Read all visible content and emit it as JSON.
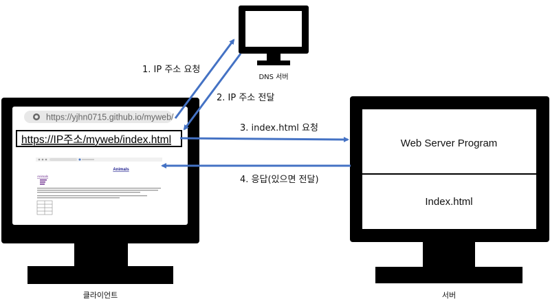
{
  "dns": {
    "label": "DNS 서버"
  },
  "client": {
    "label": "클라이언트",
    "address_bar": "https://yjhn0715.github.io/myweb/",
    "request_url": "https://IP주소/myweb/index.html",
    "mini_page": {
      "heading": "Animals",
      "link": "Animals"
    }
  },
  "server": {
    "label": "서버",
    "program_box": "Web Server Program",
    "file_box": "Index.html"
  },
  "steps": {
    "step1": "1. IP 주소 요청",
    "step2": "2. IP 주소 전달",
    "step3": "3. index.html 요청",
    "step4": "4. 응답(있으면 전달)"
  },
  "colors": {
    "arrow": "#4472c4",
    "monitor": "#000000",
    "screen": "#ffffff",
    "address_bar_bg": "#e8e8e8",
    "mini_heading": "#1a1a8c",
    "mini_link": "#6b2b8c"
  }
}
